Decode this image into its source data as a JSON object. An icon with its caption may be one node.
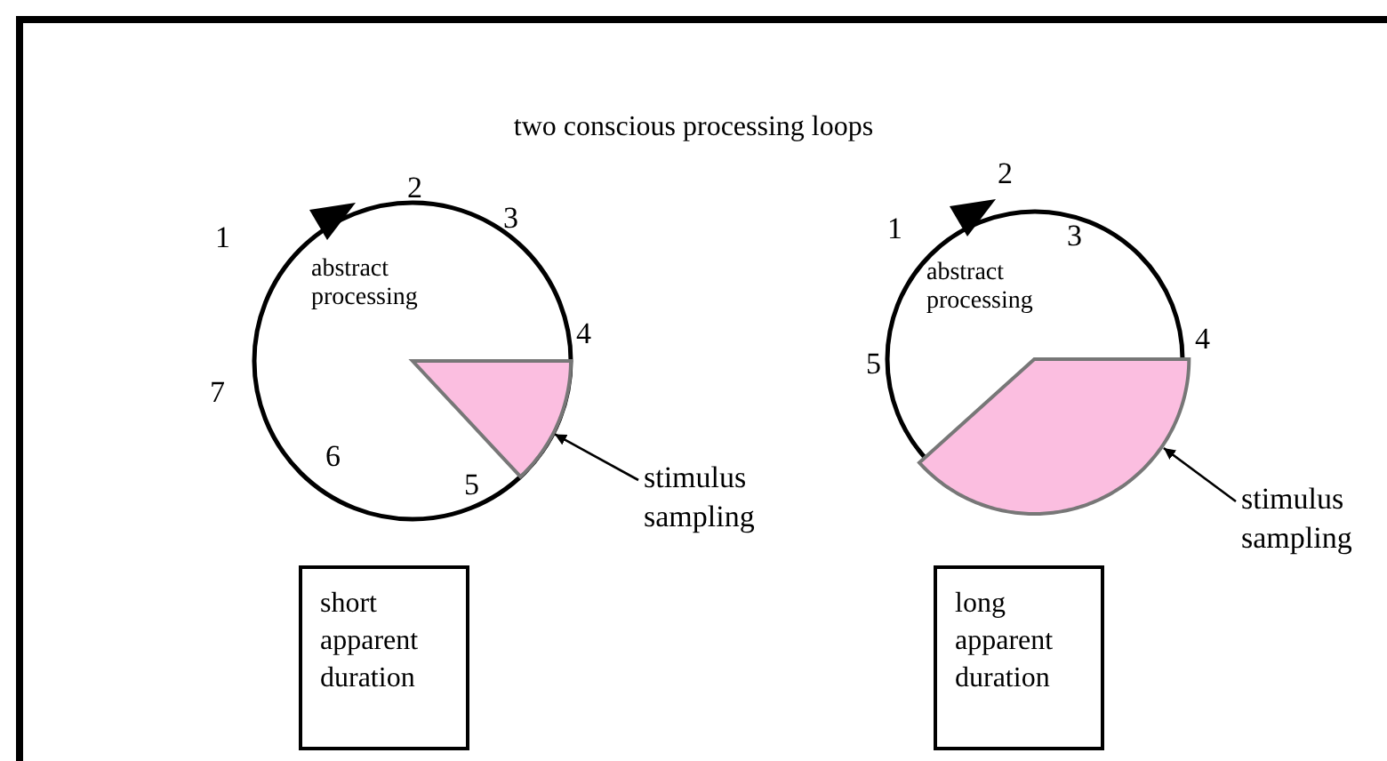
{
  "diagram": {
    "title": "two conscious processing loops",
    "nodes": [
      {
        "text": [
          "abstract processing"
        ],
        "beside": [
          "1",
          "2",
          "3",
          "4",
          "5",
          "6",
          "7"
        ]
      },
      {
        "text": [],
        "shape": "wedge",
        "in": 0
      },
      {
        "text": [
          "stimulus sampling"
        ]
      },
      {
        "text": [
          "short apparent duration"
        ]
      },
      {
        "text": [
          "abstract processing"
        ],
        "beside": [
          "1",
          "2",
          "3",
          "4",
          "5"
        ]
      },
      {
        "text": [],
        "shape": "wedge",
        "in": 4
      },
      {
        "text": [
          "stimulus sampling"
        ]
      },
      {
        "text": [
          "long apparent duration"
        ]
      }
    ],
    "edges": [
      {
        "from": 2,
        "to": 1,
        "arrow": "to"
      },
      {
        "from": 6,
        "to": 5,
        "arrow": "to"
      }
    ]
  }
}
